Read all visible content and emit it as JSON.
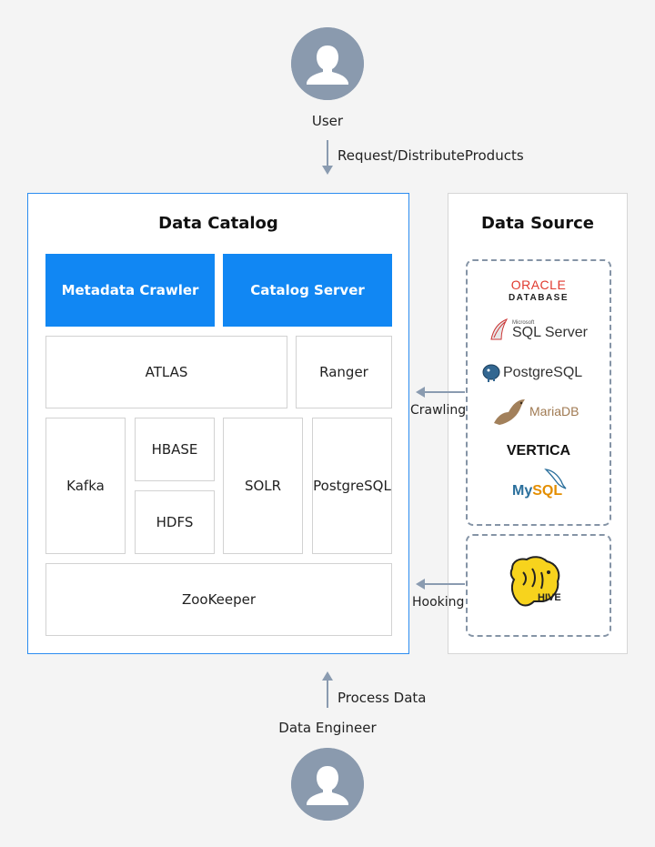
{
  "user": {
    "label": "User"
  },
  "request_arrow": {
    "label": "Request/DistributeProducts"
  },
  "data_catalog": {
    "title": "Data Catalog",
    "metadata_crawler": "Metadata Crawler",
    "catalog_server": "Catalog Server",
    "atlas": "ATLAS",
    "ranger": "Ranger",
    "kafka": "Kafka",
    "hbase": "HBASE",
    "hdfs": "HDFS",
    "solr": "SOLR",
    "postgresql": "PostgreSQL",
    "zookeeper": "ZooKeeper"
  },
  "data_source": {
    "title": "Data Source",
    "oracle_line1": "ORACLE",
    "oracle_line2": "DATABASE",
    "sqlserver_small": "Microsoft",
    "sqlserver": "SQL Server",
    "postgresql": "PostgreSQL",
    "mariadb": "MariaDB",
    "vertica": "VERTICA",
    "mysql_my": "My",
    "mysql_sql": "SQL",
    "hive": "HIVE"
  },
  "crawling_arrow": {
    "label": "Crawling"
  },
  "hooking_arrow": {
    "label": "Hooking"
  },
  "process_arrow": {
    "label": "Process Data"
  },
  "engineer": {
    "label": "Data Engineer"
  },
  "colors": {
    "accent_blue": "#1187f3",
    "catalog_border": "#2b8cf0",
    "arrow": "#8a9bb0",
    "avatar": "#8a9aae",
    "oracle_red": "#e03a2f",
    "mysql_blue": "#2a6f9c",
    "mysql_orange": "#e48e00",
    "hive_yellow": "#f7d31d"
  }
}
